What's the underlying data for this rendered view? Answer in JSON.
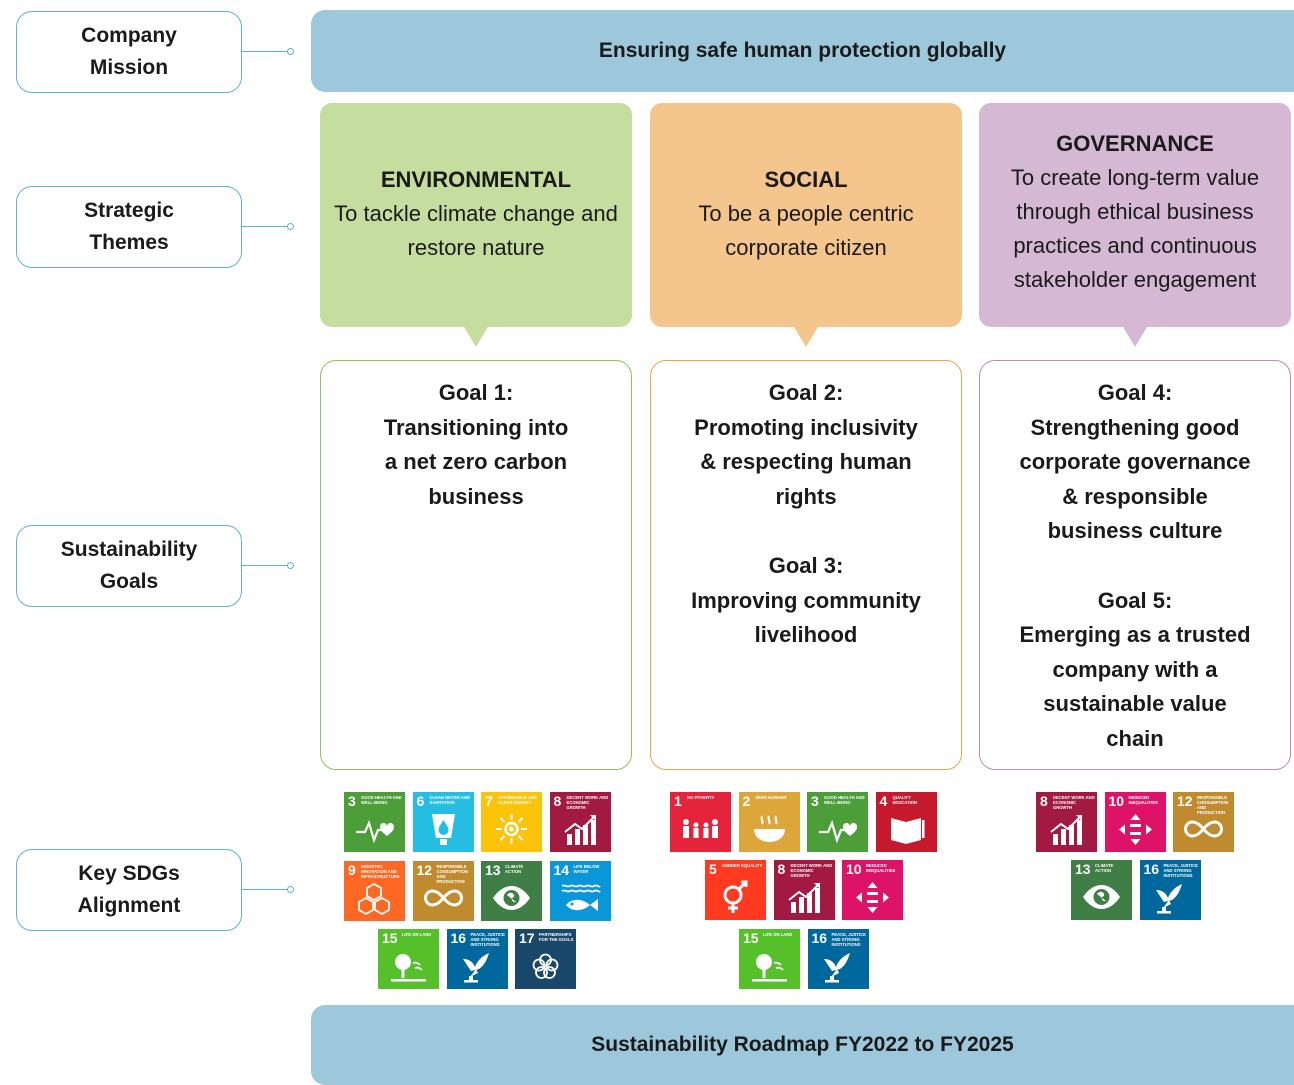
{
  "rows": {
    "mission_label": "Company Mission",
    "themes_label": "Strategic Themes",
    "goals_label": "Sustainability Goals",
    "sdgs_label": "Key SDGs Alignment"
  },
  "mission": "Ensuring safe human protection globally",
  "footer": "Sustainability Roadmap FY2022 to FY2025",
  "themes": [
    {
      "title": "ENVIRONMENTAL",
      "desc": "To tackle climate change and restore nature",
      "color": "#c5de9f"
    },
    {
      "title": "SOCIAL",
      "desc": "To be a people centric corporate citizen",
      "color": "#f5c58e"
    },
    {
      "title": "GOVERNANCE",
      "desc": "To create long-term value through ethical business practices and continuous stakeholder engagement",
      "color": "#d4b8d4"
    }
  ],
  "goals": [
    {
      "border": "#8cc45a",
      "items": [
        {
          "heading": "Goal 1:",
          "lines": [
            "Transitioning into",
            "a net zero carbon",
            "business"
          ]
        }
      ]
    },
    {
      "border": "#f0a24c",
      "items": [
        {
          "heading": "Goal 2:",
          "lines": [
            "Promoting inclusivity",
            "& respecting human",
            "rights"
          ]
        },
        {
          "heading": "Goal 3:",
          "lines": [
            "Improving community",
            "livelihood"
          ]
        }
      ]
    },
    {
      "border": "#b88bb8",
      "items": [
        {
          "heading": "Goal 4:",
          "lines": [
            "Strengthening good",
            "corporate governance",
            "& responsible",
            "business culture"
          ]
        },
        {
          "heading": "Goal 5:",
          "lines": [
            "Emerging as a trusted",
            "company with a",
            "sustainable value",
            "chain"
          ]
        }
      ]
    }
  ],
  "sdg_defs": {
    "1": {
      "name": "NO POVERTY",
      "color": "#e5243b",
      "icon": "family-icon"
    },
    "2": {
      "name": "ZERO HUNGER",
      "color": "#dda63a",
      "icon": "bowl-icon"
    },
    "3": {
      "name": "GOOD HEALTH AND WELL-BEING",
      "color": "#4c9f38",
      "icon": "heartbeat-icon"
    },
    "4": {
      "name": "QUALITY EDUCATION",
      "color": "#c5192d",
      "icon": "book-icon"
    },
    "5": {
      "name": "GENDER EQUALITY",
      "color": "#ff3a21",
      "icon": "gender-icon"
    },
    "6": {
      "name": "CLEAN WATER AND SANITATION",
      "color": "#26bde2",
      "icon": "water-drop-icon"
    },
    "7": {
      "name": "AFFORDABLE AND CLEAN ENERGY",
      "color": "#fcc30b",
      "icon": "sun-icon"
    },
    "8": {
      "name": "DECENT WORK AND ECONOMIC GROWTH",
      "color": "#a21942",
      "icon": "growth-chart-icon"
    },
    "9": {
      "name": "INDUSTRY, INNOVATION AND INFRASTRUCTURE",
      "color": "#fd6925",
      "icon": "cubes-icon"
    },
    "10": {
      "name": "REDUCED INEQUALITIES",
      "color": "#dd1367",
      "icon": "equality-arrows-icon"
    },
    "12": {
      "name": "RESPONSIBLE CONSUMPTION AND PRODUCTION",
      "color": "#bf8b2e",
      "icon": "infinity-icon"
    },
    "13": {
      "name": "CLIMATE ACTION",
      "color": "#3f7e44",
      "icon": "eye-globe-icon"
    },
    "14": {
      "name": "LIFE BELOW WATER",
      "color": "#0a97d9",
      "icon": "fish-icon"
    },
    "15": {
      "name": "LIFE ON LAND",
      "color": "#56c02b",
      "icon": "tree-icon"
    },
    "16": {
      "name": "PEACE, JUSTICE AND STRONG INSTITUTIONS",
      "color": "#00689d",
      "icon": "dove-icon"
    },
    "17": {
      "name": "PARTNERSHIPS FOR THE GOALS",
      "color": "#19486a",
      "icon": "rings-icon"
    }
  },
  "sdg_groups": [
    [
      [
        "3",
        "6",
        "7",
        "8"
      ],
      [
        "9",
        "12",
        "13",
        "14"
      ],
      [
        "15",
        "16",
        "17"
      ]
    ],
    [
      [
        "1",
        "2",
        "3",
        "4"
      ],
      [
        "5",
        "8",
        "10"
      ],
      [
        "15",
        "16"
      ]
    ],
    [
      [
        "8",
        "10",
        "12"
      ],
      [
        "13",
        "16"
      ]
    ]
  ]
}
